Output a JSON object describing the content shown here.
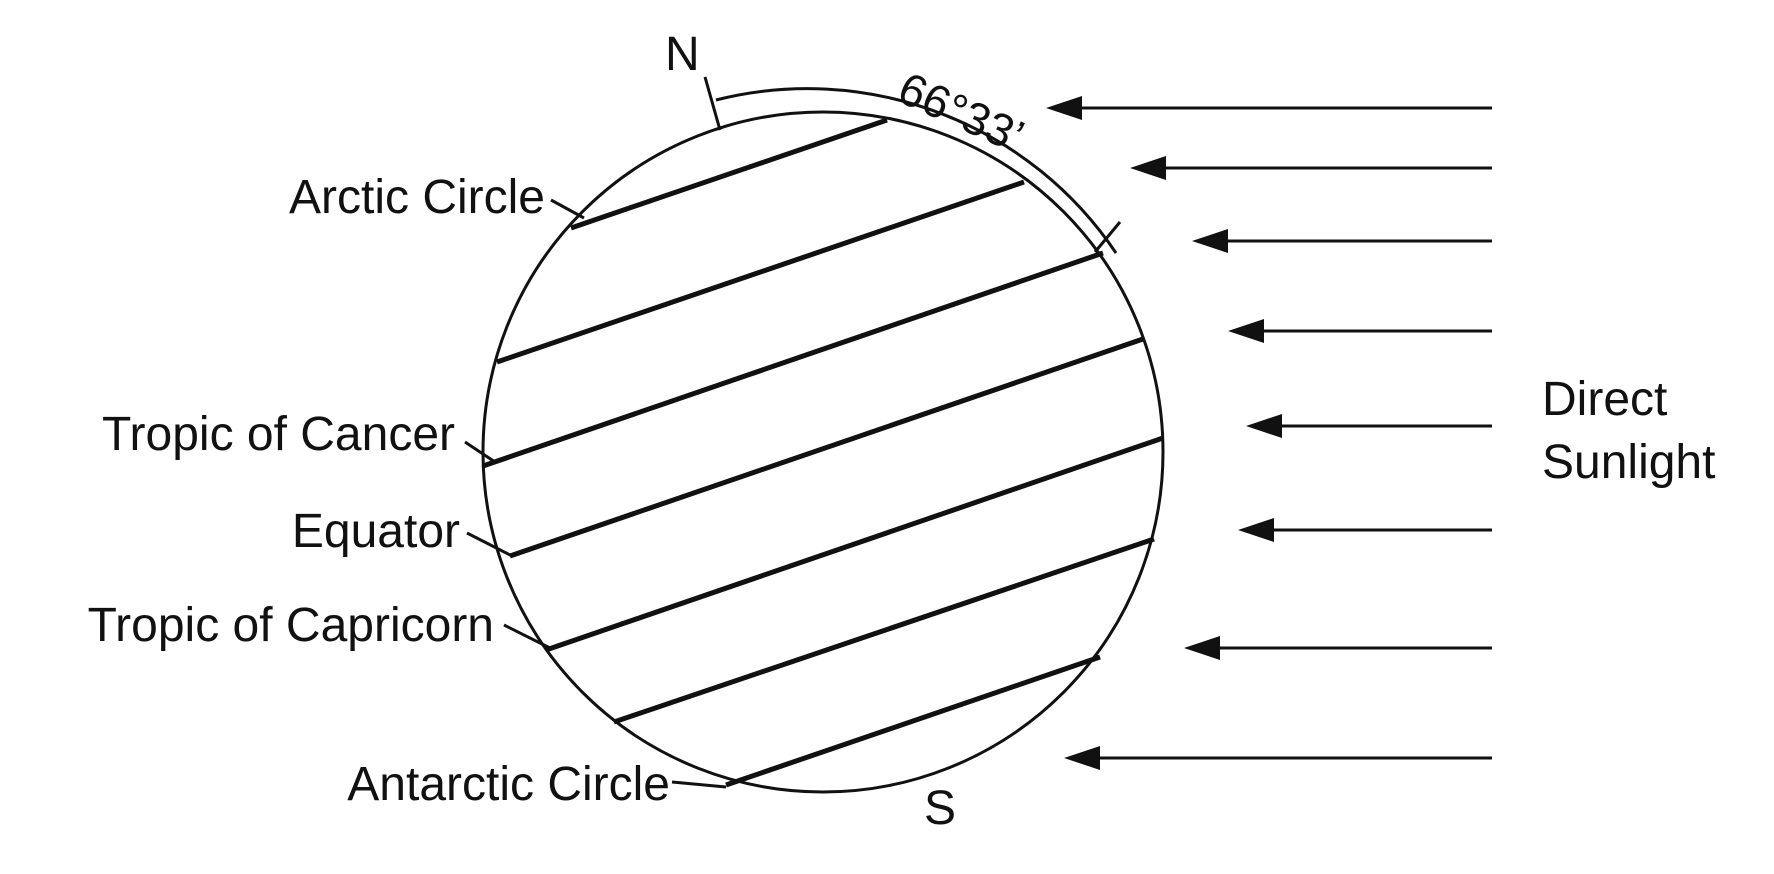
{
  "labels": {
    "north": "N",
    "south": "S",
    "angle": "66°33’",
    "arctic_circle": "Arctic Circle",
    "tropic_of_cancer": "Tropic of Cancer",
    "equator": "Equator",
    "tropic_of_capricorn": "Tropic of Capricorn",
    "antarctic_circle": "Antarctic Circle",
    "direct_sunlight_line1": "Direct",
    "direct_sunlight_line2": "Sunlight"
  },
  "sun_rays": {
    "count": 8
  },
  "colors": {
    "ink": "#111111",
    "background": "#ffffff"
  }
}
